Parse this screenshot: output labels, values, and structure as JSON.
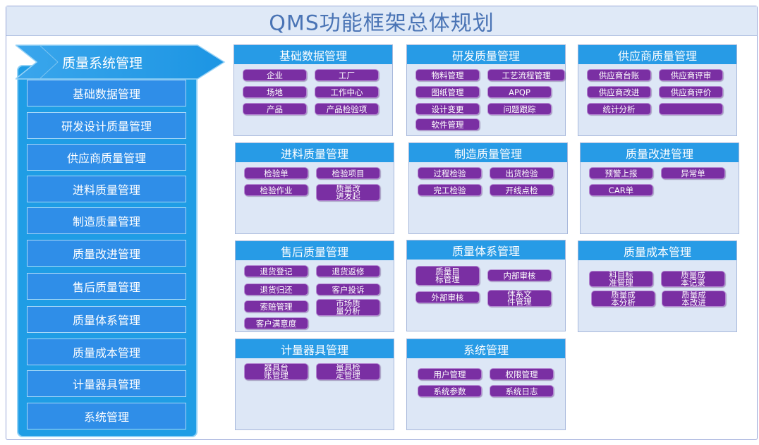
{
  "title": "QMS功能框架总体规划",
  "sidebar": {
    "banner": "质量系统管理",
    "items": [
      "基础数据管理",
      "研发设计质量管理",
      "供应商质量管理",
      "进料质量管理",
      "制造质量管理",
      "质量改进管理",
      "售后质量管理",
      "质量体系管理",
      "质量成本管理",
      "计量器具管理",
      "系统管理"
    ]
  },
  "modules": [
    {
      "name": "基础数据管理",
      "items": [
        "企业",
        "工厂",
        "场地",
        "工作中心",
        "产品",
        "产品检验项"
      ]
    },
    {
      "name": "研发质量管理",
      "items": [
        "物料管理",
        "工艺流程管理",
        "图纸管理",
        "APQP",
        "设计变更",
        "问题跟踪",
        "软件管理"
      ]
    },
    {
      "name": "供应商质量管理",
      "items": [
        "供应商台账",
        "供应商评审",
        "供应商改进",
        "供应商评价",
        "统计分析",
        ""
      ]
    },
    {
      "name": "进料质量管理",
      "items": [
        "检验单",
        "检验项目",
        "检验作业",
        "质量改\n进发起"
      ]
    },
    {
      "name": "制造质量管理",
      "items": [
        "过程检验",
        "出货检验",
        "完工检验",
        "开线点检"
      ]
    },
    {
      "name": "质量改进管理",
      "items": [
        "预警上报",
        "异常单",
        "CAR单"
      ]
    },
    {
      "name": "售后质量管理",
      "items": [
        "退货登记",
        "退货返修",
        "退货归还",
        "客户投诉",
        "索赔管理",
        "市场质\n量分析",
        "客户满意度"
      ]
    },
    {
      "name": "质量体系管理",
      "items": [
        "质量目\n标管理",
        "内部审核",
        "外部审核",
        "体系文\n件管理"
      ]
    },
    {
      "name": "质量成本管理",
      "items": [
        "科目标\n准管理",
        "质量成\n本记录",
        "质量成\n本分析",
        "质量成\n本改进"
      ]
    },
    {
      "name": "计量器具管理",
      "items": [
        "器具台\n账管理",
        "量具检\n定管理"
      ]
    },
    {
      "name": "系统管理",
      "items": [
        "用户管理",
        "权限管理",
        "系统参数",
        "系统日志"
      ]
    }
  ]
}
